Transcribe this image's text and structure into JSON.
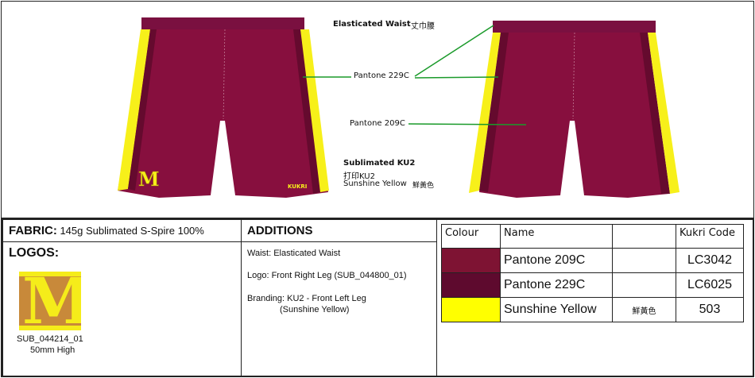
{
  "drawing": {
    "callouts": {
      "waist": "Elasticated Waist",
      "waist_cn": "丈巾腰",
      "pantone_229c": "Pantone 229C",
      "pantone_209c": "Pantone 209C",
      "branding_line1": "Sublimated KU2",
      "branding_line2": "打印KU2",
      "branding_line3": "Sunshine Yellow",
      "branding_cn": "鮮黃色"
    },
    "logo_letter": "M",
    "brand_mark": "KUKRI",
    "colors": {
      "body": "#870f3e",
      "stripe": "#650a2e",
      "yellow": "#f7f01a",
      "callout_line": "#1a9a2a"
    }
  },
  "fabric": {
    "label": "FABRIC:",
    "value": "145g Sublimated S-Spire 100%"
  },
  "logos": {
    "label": "LOGOS:",
    "code": "SUB_044214_01",
    "size": "50mm High"
  },
  "additions": {
    "title": "ADDITIONS",
    "items": [
      "Waist: Elasticated Waist",
      "Logo: Front Right Leg (SUB_044800_01)",
      "Branding: KU2 - Front Left Leg",
      "(Sunshine Yellow)"
    ]
  },
  "colour_table": {
    "headers": [
      "Colour",
      "Name",
      "",
      "Kukri Code"
    ],
    "rows": [
      {
        "swatch": "#7e1333",
        "name": "Pantone 209C",
        "note": "",
        "code": "LC3042"
      },
      {
        "swatch": "#5e0a2e",
        "name": "Pantone 229C",
        "note": "",
        "code": "LC6025"
      },
      {
        "swatch": "#ffff00",
        "name": "Sunshine Yellow",
        "note": "鮮黃色",
        "code": "503"
      }
    ]
  }
}
